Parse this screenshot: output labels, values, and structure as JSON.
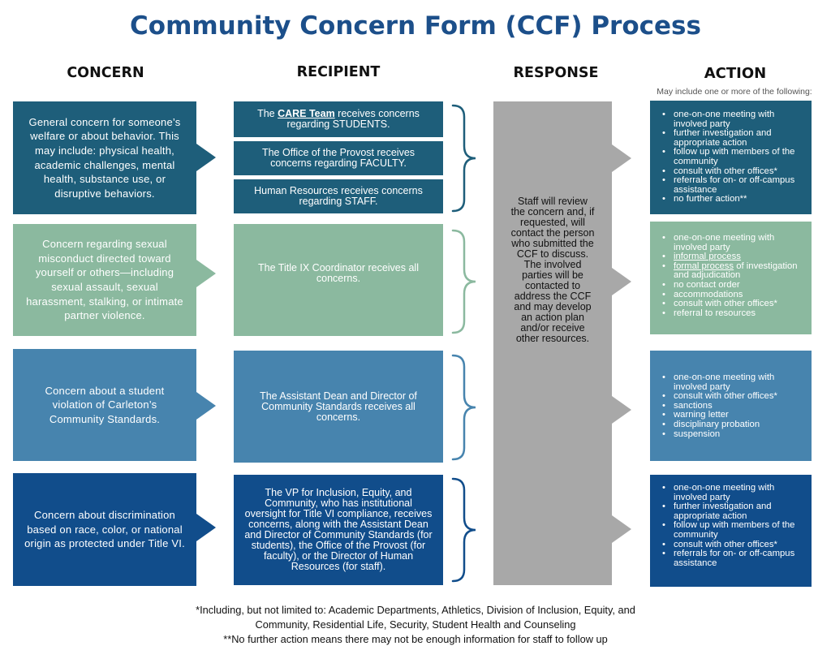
{
  "title": "Community Concern Form (CCF) Process",
  "columns": {
    "concern": "CONCERN",
    "recipient": "RECIPIENT",
    "response": "RESPONSE",
    "action": "ACTION",
    "action_note": "May include one or more of the following:"
  },
  "colors": {
    "title": "#1c4f8a",
    "row1": "#1e5e7a",
    "row2": "#8bb99f",
    "row3": "#4784ae",
    "row4": "#114d8b",
    "response": "#a8a8a8"
  },
  "concerns": [
    "General concern for someone’s welfare or about behavior. This may include: physical health, academic challenges, mental health, substance use, or disruptive behaviors.",
    "Concern regarding sexual misconduct directed toward yourself or others—including sexual assault, sexual harassment, stalking, or intimate partner violence.",
    "Concern about a student violation of Carleton’s Community Standards.",
    "Concern about discrimination based on race, color, or national origin as protected under Title VI."
  ],
  "recipients": {
    "care_prefix": "The ",
    "care_link": "CARE Team",
    "care_suffix": " receives concerns regarding STUDENTS.",
    "provost": "The Office of the Provost receives concerns regarding FACULTY.",
    "hr": "Human Resources receives concerns regarding STAFF.",
    "title_ix": "The Title IX Coordinator receives all concerns.",
    "dean": "The Assistant Dean and Director of Community Standards receives all concerns.",
    "vp": "The VP for Inclusion, Equity, and Community, who has institutional oversight for Title VI compliance, receives concerns, along with the Assistant Dean and Director of Community Standards (for students), the Office of the Provost (for faculty), or the Director of Human Resources (for staff)."
  },
  "response": "Staff will review the concern and, if requested, will contact the person who submitted the CCF to discuss. The involved parties will be contacted to address the CCF and may develop an action plan and/or receive other resources.",
  "actions": {
    "a1": [
      "one-on-one meeting with involved party",
      "further investigation and appropriate action",
      "follow up with members of the community",
      "consult with other offices*",
      "referrals for on- or off-campus assistance",
      "no further action**"
    ],
    "a2_0": "one-on-one meeting with involved party",
    "a2_1": "informal process",
    "a2_2_link": "formal process",
    "a2_2_rest": " of investigation and adjudication",
    "a2_3": "no contact order",
    "a2_4": "accommodations",
    "a2_5": "consult with other offices*",
    "a2_6": "referral to resources",
    "a3": [
      "one-on-one meeting with involved party",
      "consult with other offices*",
      "sanctions",
      "warning letter",
      "disciplinary probation",
      "suspension"
    ],
    "a4": [
      "one-on-one meeting with involved party",
      "further investigation and appropriate action",
      "follow up with members of the community",
      "consult with other offices*",
      "referrals for on- or off-campus assistance"
    ]
  },
  "footer": {
    "line1": "*Including, but not limited to: Academic Departments, Athletics, Division of Inclusion, Equity, and",
    "line2": "Community, Residential Life, Security, Student Health and Counseling",
    "line3": "**No further action means there may not be enough information for staff to follow up"
  }
}
